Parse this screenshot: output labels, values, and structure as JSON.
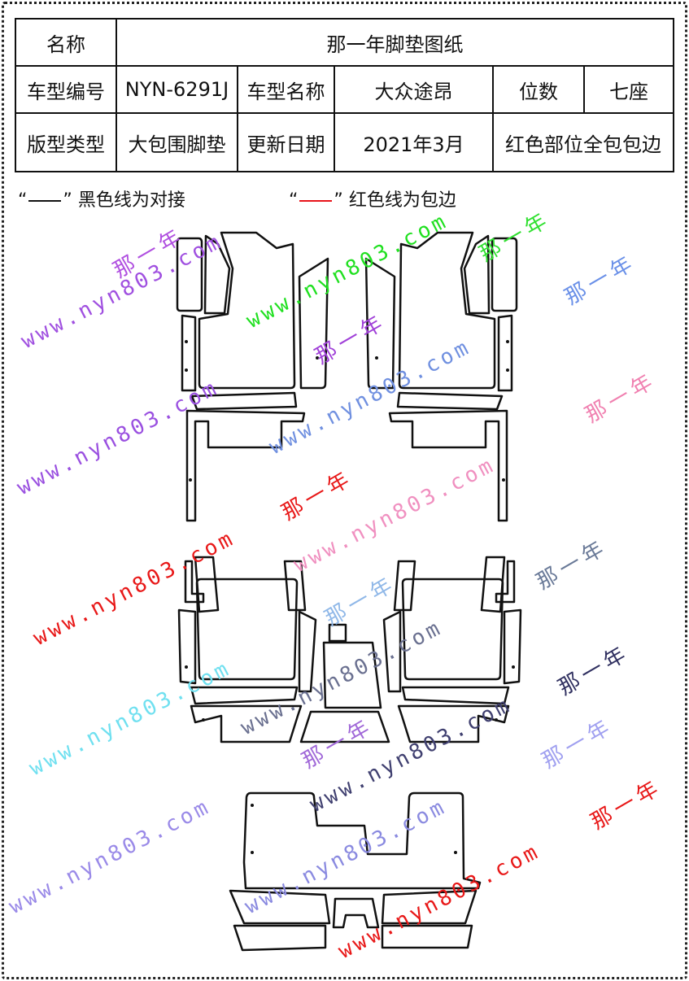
{
  "table": {
    "name_label": "名称",
    "name_value": "那一年脚垫图纸",
    "model_code_label": "车型编号",
    "model_code_value": "NYN-6291J",
    "model_name_label": "车型名称",
    "model_name_value": "大众途昂",
    "seats_label": "位数",
    "seats_value": "七座",
    "style_label": "版型类型",
    "style_value": "大包围脚垫",
    "update_label": "更新日期",
    "update_value": "2021年3月",
    "note": "红色部位全包包边"
  },
  "legend": {
    "black_open": "“",
    "black_close": "”",
    "black_text": "黑色线为对接",
    "red_open": "“",
    "red_close": "”",
    "red_text": "红色线为包边",
    "black_color": "#111111",
    "red_color": "#e8141a"
  },
  "watermarks": {
    "url": "www.nyn803.com",
    "brand": "那一年"
  }
}
